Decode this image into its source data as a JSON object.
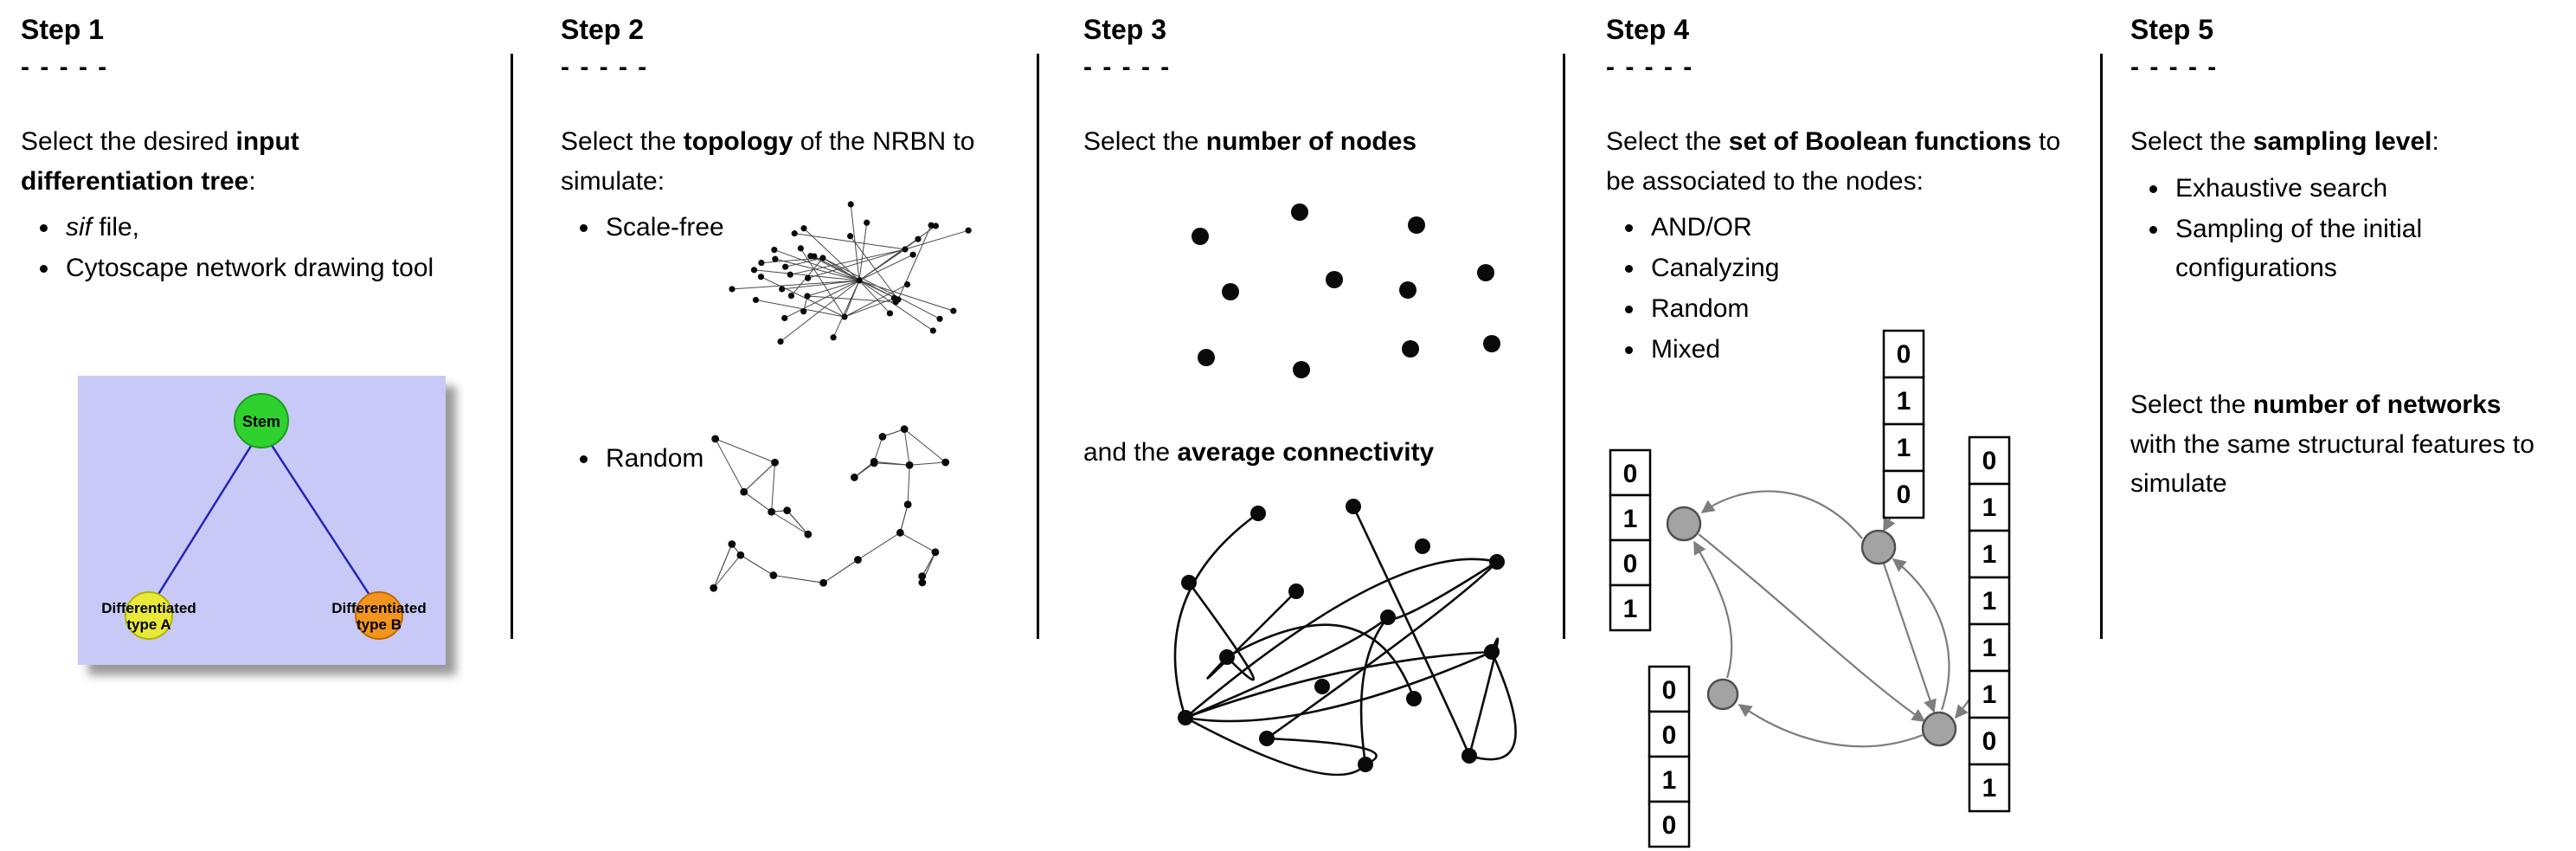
{
  "steps": {
    "step1": {
      "title": "Step 1",
      "dashes": "- - - - -",
      "intro": {
        "pre": "Select the desired ",
        "bold": "input differentiation tree",
        "post": ":"
      },
      "bullets": {
        "b1_italic": "sif",
        "b1_rest": " file,",
        "b2": "Cytoscape network drawing tool"
      },
      "tree": {
        "stem_label": "Stem",
        "type_a_line1": "Differentiated",
        "type_a_line2": "type A",
        "type_b_line1": "Differentiated",
        "type_b_line2": "type B",
        "colors": {
          "background": "#c9c9f7",
          "stem": "#2fd12f",
          "type_a": "#e9e93a",
          "type_b": "#f2951f",
          "edge": "#2323bb"
        }
      }
    },
    "step2": {
      "title": "Step 2",
      "dashes": "- - - - -",
      "intro": {
        "pre": "Select the ",
        "bold": "topology",
        "post": " of the NRBN to simulate:"
      },
      "bullets": [
        "Scale-free",
        "Random"
      ]
    },
    "step3": {
      "title": "Step 3",
      "dashes": "- - - - -",
      "p1": {
        "pre": "Select the ",
        "bold": "number of nodes"
      },
      "p2": {
        "pre": "and the ",
        "bold": "average connectivity"
      }
    },
    "step4": {
      "title": "Step 4",
      "dashes": "- - - - -",
      "intro": {
        "pre": "Select the ",
        "bold": "set of Boolean functions",
        "post": " to be associated to the nodes:"
      },
      "bullets": [
        "AND/OR",
        "Canalyzing",
        "Random",
        "Mixed"
      ],
      "tables": {
        "left": [
          "0",
          "1",
          "0",
          "1"
        ],
        "top": [
          "0",
          "1",
          "1",
          "0"
        ],
        "right": [
          "0",
          "1",
          "1",
          "1",
          "1",
          "1",
          "0",
          "1"
        ],
        "bottom": [
          "0",
          "0",
          "1",
          "0"
        ]
      }
    },
    "step5": {
      "title": "Step 5",
      "dashes": "- - - - -",
      "intro": {
        "pre": "Select the ",
        "bold": "sampling level",
        "post": ":"
      },
      "bullets": [
        "Exhaustive search",
        "Sampling of the initial configurations"
      ],
      "p2": {
        "pre": "Select the ",
        "bold": "number of networks",
        "post": " with the same structural features to simulate"
      }
    }
  }
}
